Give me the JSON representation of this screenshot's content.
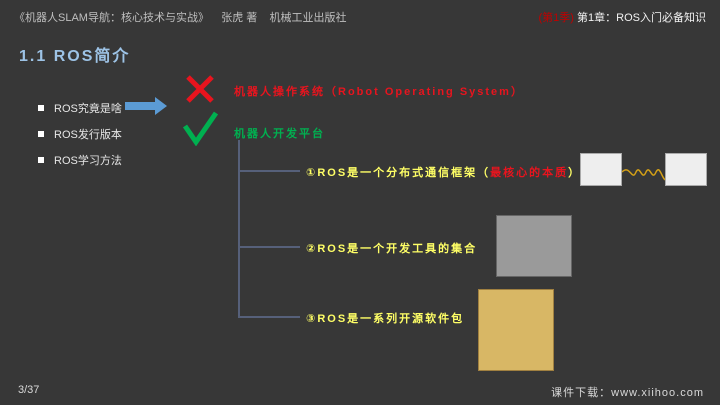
{
  "header": {
    "book": "《机器人SLAM导航：核心技术与实战》",
    "author": "张虎 著",
    "publisher": "机械工业出版社",
    "season": "(第1季)",
    "chapter": "第1章：ROS入门必备知识"
  },
  "title": "1.1 ROS简介",
  "bullets": [
    "ROS究竟是啥",
    "ROS发行版本",
    "ROS学习方法"
  ],
  "wrong": "机器人操作系统（Robot Operating System）",
  "right": "机器人开发平台",
  "points": [
    {
      "text": "①ROS是一个分布式通信框架（",
      "highlight": "最核心的本质",
      "end": "）"
    },
    {
      "text": "②ROS是一个开发工具的集合"
    },
    {
      "text": "③ROS是一系列开源软件包"
    }
  ],
  "footer": {
    "page": "3/37",
    "site": "课件下载：www.xiihoo.com"
  },
  "colors": {
    "red": "#e8141e",
    "green": "#00b050",
    "yellow": "#ffff66",
    "accent": "#9dc3e6"
  }
}
